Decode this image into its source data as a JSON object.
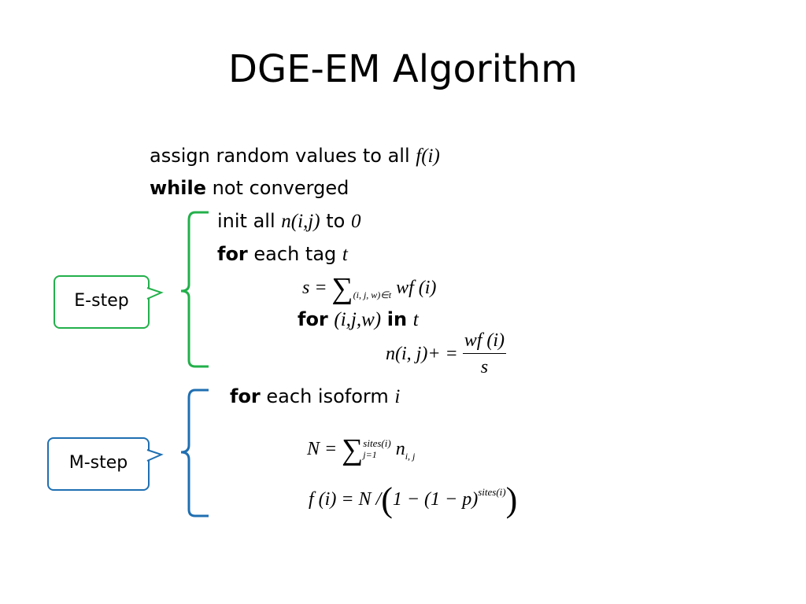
{
  "title": "DGE-EM Algorithm",
  "lines": {
    "l1_text": "assign random values to all",
    "l1_math": "f(i)",
    "l2_kw": "while",
    "l2_text": "not converged",
    "l3_text1": "init all",
    "l3_math1": "n(i,j)",
    "l3_text2": "to",
    "l3_math2": "0",
    "l4_kw": "for",
    "l4_text": "each tag",
    "l4_math": "t",
    "l5_kw1": "for",
    "l5_math1": "(i,j,w)",
    "l5_kw2": "in",
    "l5_math2": "t",
    "l6_kw": "for",
    "l6_text": "each isoform",
    "l6_math": "i"
  },
  "eq": {
    "s_lhs": "s =",
    "s_sub": "(i, j, w)∈t",
    "s_rhs": "wf (i)",
    "n_lhs": "n(i, j)+ =",
    "n_num": "wf (i)",
    "n_den": "s",
    "N_lhs": "N =",
    "N_sup": "sites(i)",
    "N_sub": "j=1",
    "N_rhs": "n",
    "N_rhs_sub": "i, j",
    "f_lhs": "f (i) = N /",
    "f_inner": "1 − (1 − p)",
    "f_sup": "sites(i)"
  },
  "callouts": {
    "estep": "E-step",
    "mstep": "M-step"
  },
  "colors": {
    "estep": "#22b04b",
    "mstep": "#1f6fb2"
  }
}
